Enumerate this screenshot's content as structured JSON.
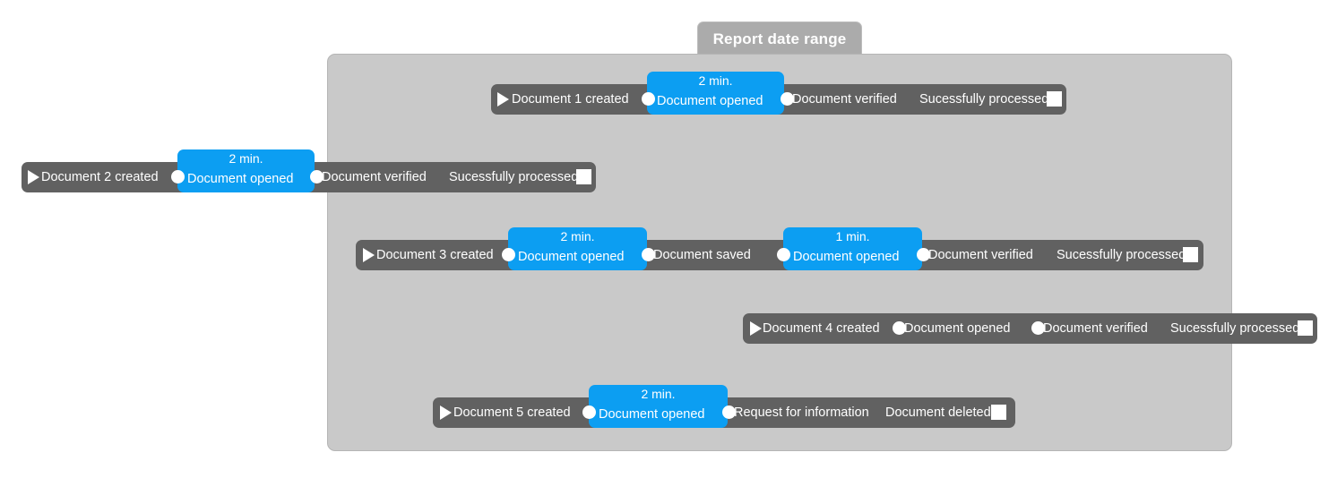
{
  "panel": {
    "tab_label": "Report date range",
    "colors": {
      "panel_bg": "#c9c9c9",
      "tab_bg": "#ababab",
      "track": "#616161",
      "duration": "#0c9ef2",
      "marker": "#ffffff"
    }
  },
  "rows": [
    {
      "id": "document-1",
      "events": [
        {
          "type": "start",
          "marker": "play-icon",
          "label": "Document 1 created"
        },
        {
          "type": "duration",
          "marker": "circle-icon",
          "label": "Document opened",
          "duration": "2 min."
        },
        {
          "type": "event",
          "marker": "circle-icon",
          "label": "Document verified"
        },
        {
          "type": "end",
          "marker": "square-icon",
          "label": "Sucessfully processed"
        }
      ]
    },
    {
      "id": "document-2",
      "events": [
        {
          "type": "start",
          "marker": "play-icon",
          "label": "Document 2 created"
        },
        {
          "type": "duration",
          "marker": "circle-icon",
          "label": "Document opened",
          "duration": "2 min."
        },
        {
          "type": "event",
          "marker": "circle-icon",
          "label": "Document verified"
        },
        {
          "type": "end",
          "marker": "square-icon",
          "label": "Sucessfully processed"
        }
      ]
    },
    {
      "id": "document-3",
      "events": [
        {
          "type": "start",
          "marker": "play-icon",
          "label": "Document 3 created"
        },
        {
          "type": "duration",
          "marker": "circle-icon",
          "label": "Document opened",
          "duration": "2 min."
        },
        {
          "type": "event",
          "marker": "circle-icon",
          "label": "Document saved"
        },
        {
          "type": "duration",
          "marker": "circle-icon",
          "label": "Document opened",
          "duration": "1 min."
        },
        {
          "type": "event",
          "marker": "circle-icon",
          "label": "Document verified"
        },
        {
          "type": "end",
          "marker": "square-icon",
          "label": "Sucessfully processed"
        }
      ]
    },
    {
      "id": "document-4",
      "events": [
        {
          "type": "start",
          "marker": "play-icon",
          "label": "Document 4 created"
        },
        {
          "type": "event",
          "marker": "circle-icon",
          "label": "Document opened"
        },
        {
          "type": "event",
          "marker": "circle-icon",
          "label": "Document verified"
        },
        {
          "type": "end",
          "marker": "square-icon",
          "label": "Sucessfully processed"
        }
      ]
    },
    {
      "id": "document-5",
      "events": [
        {
          "type": "start",
          "marker": "play-icon",
          "label": "Document 5 created"
        },
        {
          "type": "duration",
          "marker": "circle-icon",
          "label": "Document opened",
          "duration": "2 min."
        },
        {
          "type": "event",
          "marker": "circle-icon",
          "label": "Request for information"
        },
        {
          "type": "end",
          "marker": "square-icon",
          "label": "Document deleted"
        }
      ]
    }
  ]
}
